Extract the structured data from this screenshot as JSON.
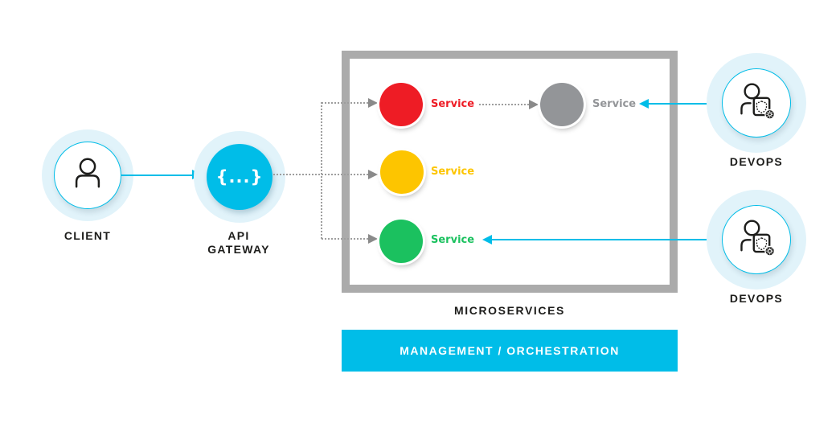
{
  "colors": {
    "cyan_accent": "#00bde8",
    "halo_blue": "#e1f3fa",
    "box_border_gray": "#ababab",
    "dotted_line_gray": "#9e9e9e",
    "gray_arrowhead": "#8a8a8a",
    "label_dark": "#1d1d1b",
    "service_red": "#ee1c25",
    "service_gray": "#939598",
    "service_yellow": "#fdc500",
    "service_green": "#1bc15f"
  },
  "client": {
    "label": "CLIENT"
  },
  "api_gateway": {
    "icon_text": "{...}",
    "label_lines": [
      "API",
      "GATEWAY"
    ]
  },
  "microservices": {
    "label": "MICROSERVICES",
    "services": [
      {
        "id": "red",
        "label": "Service",
        "color": "#ee1c25"
      },
      {
        "id": "gray",
        "label": "Service",
        "color": "#939598"
      },
      {
        "id": "yellow",
        "label": "Service",
        "color": "#fdc500"
      },
      {
        "id": "green",
        "label": "Service",
        "color": "#1bc15f"
      }
    ]
  },
  "devops": [
    {
      "label": "DEVOPS"
    },
    {
      "label": "DEVOPS"
    }
  ],
  "management": {
    "label": "MANAGEMENT / ORCHESTRATION"
  }
}
